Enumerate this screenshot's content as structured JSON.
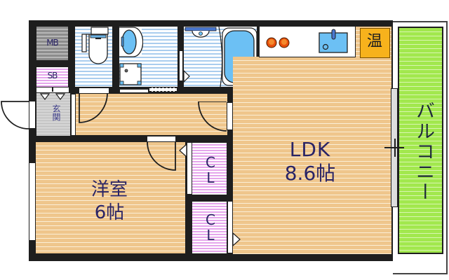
{
  "floorplan": {
    "rooms": {
      "ldk": {
        "name": "LDK",
        "size": "8.6帖"
      },
      "western": {
        "name": "洋室",
        "size": "6帖"
      },
      "balcony": {
        "name": "バルコニー"
      },
      "entrance": {
        "name": "玄関"
      },
      "mb": {
        "name": "MB"
      },
      "sb": {
        "name": "SB"
      },
      "closet1": {
        "name": "CL"
      },
      "closet2": {
        "name": "CL"
      },
      "water_heater": {
        "name": "温"
      }
    },
    "colors": {
      "wall": "#1e1e1e",
      "wood_floor": "#efc68c",
      "wet_area": "#a9cdee",
      "closet": "#e5a6ec",
      "balcony": "#a2e84e",
      "water_heater": "#f7b21c",
      "stove_burner": "#e8500c",
      "fixture_blue": "#6cc0f4",
      "label_text": "#2a2466"
    }
  }
}
